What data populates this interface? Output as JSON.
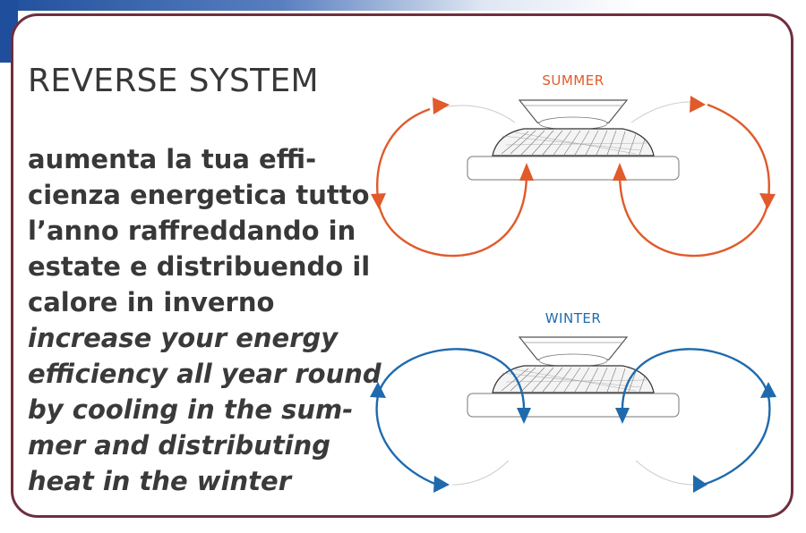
{
  "title": "REVERSE SYSTEM",
  "italian_lines": [
    "aumenta la tua effi-",
    "cienza energetica tutto",
    "l’anno raffreddando in",
    "estate e distribuendo il",
    "calore in inverno"
  ],
  "english_lines": [
    "increase your energy",
    "efficiency all year round",
    "by cooling in the sum-",
    "mer and distributing",
    "heat in the winter"
  ],
  "summer_label": "SUMMER",
  "winter_label": "WINTER",
  "colors": {
    "summer": "#e05a2a",
    "winter": "#1f6aad",
    "border": "#6e2f3e",
    "text": "#383838"
  }
}
